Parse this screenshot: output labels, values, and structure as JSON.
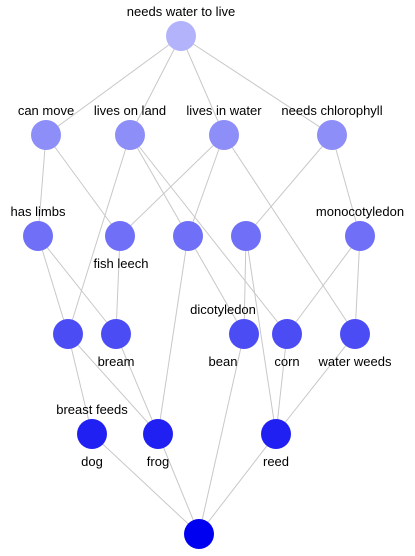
{
  "lattice": {
    "nodes": [
      {
        "id": "top",
        "name": "node-needs-water-to-live",
        "label_above": "needs water to live",
        "label_below": "",
        "level": 0,
        "color": "#b3b3fb"
      },
      {
        "id": "can_move",
        "name": "node-can-move",
        "label_above": "can move",
        "label_below": "",
        "level": 1,
        "color": "#8e8ef8"
      },
      {
        "id": "lives_on_land",
        "name": "node-lives-on-land",
        "label_above": "lives on land",
        "label_below": "",
        "level": 1,
        "color": "#8e8ef8"
      },
      {
        "id": "lives_in_water",
        "name": "node-lives-in-water",
        "label_above": "lives in water",
        "label_below": "",
        "level": 1,
        "color": "#8e8ef8"
      },
      {
        "id": "needs_chloro",
        "name": "node-needs-chlorophyll",
        "label_above": "needs chlorophyll",
        "label_below": "",
        "level": 1,
        "color": "#8e8ef8"
      },
      {
        "id": "has_limbs",
        "name": "node-has-limbs",
        "label_above": "has limbs",
        "label_below": "",
        "level": 2,
        "color": "#6f6ff7"
      },
      {
        "id": "fish_leech",
        "name": "node-fish-leech",
        "label_above": "",
        "label_below": "fish leech",
        "level": 2,
        "color": "#6f6ff7"
      },
      {
        "id": "land_water",
        "name": "node-land-water",
        "label_above": "",
        "label_below": "",
        "level": 2,
        "color": "#6f6ff7"
      },
      {
        "id": "chloro_water",
        "name": "node-chlorophyll-water",
        "label_above": "",
        "label_below": "",
        "level": 2,
        "color": "#6f6ff7"
      },
      {
        "id": "monocot",
        "name": "node-monocotyledon",
        "label_above": "monocotyledon",
        "label_below": "",
        "level": 2,
        "color": "#6f6ff7"
      },
      {
        "id": "limbs_water",
        "name": "node-limbs-water",
        "label_above": "",
        "label_below": "",
        "level": 3,
        "color": "#4c4cf5"
      },
      {
        "id": "bream",
        "name": "node-bream",
        "label_above": "",
        "label_below": "bream",
        "level": 3,
        "color": "#4c4cf5"
      },
      {
        "id": "bean",
        "name": "node-dicotyledon-bean",
        "label_above": "dicotyledon",
        "label_below": "bean",
        "level": 3,
        "color": "#4c4cf5"
      },
      {
        "id": "corn",
        "name": "node-corn",
        "label_above": "",
        "label_below": "corn",
        "level": 3,
        "color": "#4c4cf5"
      },
      {
        "id": "water_weeds",
        "name": "node-water-weeds",
        "label_above": "",
        "label_below": "water weeds",
        "level": 3,
        "color": "#4c4cf5"
      },
      {
        "id": "dog",
        "name": "node-breast-feeds-dog",
        "label_above": "breast feeds",
        "label_below": "dog",
        "level": 4,
        "color": "#2020f3"
      },
      {
        "id": "frog",
        "name": "node-frog",
        "label_above": "",
        "label_below": "frog",
        "level": 4,
        "color": "#2020f3"
      },
      {
        "id": "reed",
        "name": "node-reed",
        "label_above": "",
        "label_below": "reed",
        "level": 4,
        "color": "#2020f3"
      },
      {
        "id": "bottom",
        "name": "node-bottom",
        "label_above": "",
        "label_below": "",
        "level": 5,
        "color": "#0000f0"
      }
    ],
    "edges": [
      [
        "top",
        "can_move"
      ],
      [
        "top",
        "lives_on_land"
      ],
      [
        "top",
        "lives_in_water"
      ],
      [
        "top",
        "needs_chloro"
      ],
      [
        "can_move",
        "has_limbs"
      ],
      [
        "can_move",
        "fish_leech"
      ],
      [
        "lives_on_land",
        "land_water"
      ],
      [
        "lives_on_land",
        "corn"
      ],
      [
        "lives_on_land",
        "limbs_water"
      ],
      [
        "lives_in_water",
        "fish_leech"
      ],
      [
        "lives_in_water",
        "land_water"
      ],
      [
        "lives_in_water",
        "water_weeds"
      ],
      [
        "needs_chloro",
        "chloro_water"
      ],
      [
        "needs_chloro",
        "monocot"
      ],
      [
        "has_limbs",
        "limbs_water"
      ],
      [
        "has_limbs",
        "bream"
      ],
      [
        "fish_leech",
        "bream"
      ],
      [
        "land_water",
        "bean"
      ],
      [
        "land_water",
        "frog"
      ],
      [
        "chloro_water",
        "bean"
      ],
      [
        "chloro_water",
        "reed"
      ],
      [
        "monocot",
        "corn"
      ],
      [
        "monocot",
        "water_weeds"
      ],
      [
        "limbs_water",
        "dog"
      ],
      [
        "limbs_water",
        "frog"
      ],
      [
        "bream",
        "frog"
      ],
      [
        "bean",
        "bottom"
      ],
      [
        "corn",
        "reed"
      ],
      [
        "water_weeds",
        "reed"
      ],
      [
        "dog",
        "bottom"
      ],
      [
        "frog",
        "bottom"
      ],
      [
        "reed",
        "bottom"
      ]
    ]
  }
}
